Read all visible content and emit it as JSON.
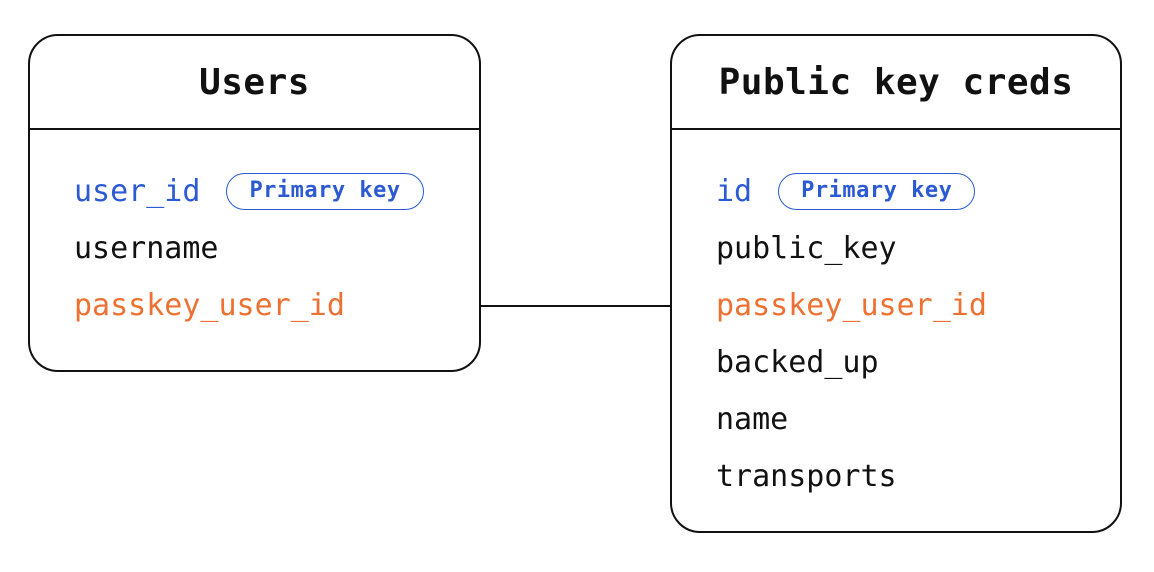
{
  "diagram": {
    "background": "#ffffff",
    "stroke_color": "#111111",
    "accent_blue": "#2B5AD3",
    "accent_orange": "#ED7132",
    "tables": [
      {
        "title": "Users",
        "fields": [
          {
            "name": "user_id",
            "emphasis": "blue",
            "badge": "Primary key"
          },
          {
            "name": "username",
            "emphasis": "none"
          },
          {
            "name": "passkey_user_id",
            "emphasis": "orange"
          }
        ]
      },
      {
        "title": "Public key creds",
        "fields": [
          {
            "name": "id",
            "emphasis": "blue",
            "badge": "Primary key"
          },
          {
            "name": "public_key",
            "emphasis": "none"
          },
          {
            "name": "passkey_user_id",
            "emphasis": "orange"
          },
          {
            "name": "backed_up",
            "emphasis": "none"
          },
          {
            "name": "name",
            "emphasis": "none"
          },
          {
            "name": "transports",
            "emphasis": "none"
          }
        ]
      }
    ],
    "relation": {
      "from_table": "Users",
      "from_field": "passkey_user_id",
      "to_table": "Public key creds",
      "to_field": "passkey_user_id"
    }
  }
}
